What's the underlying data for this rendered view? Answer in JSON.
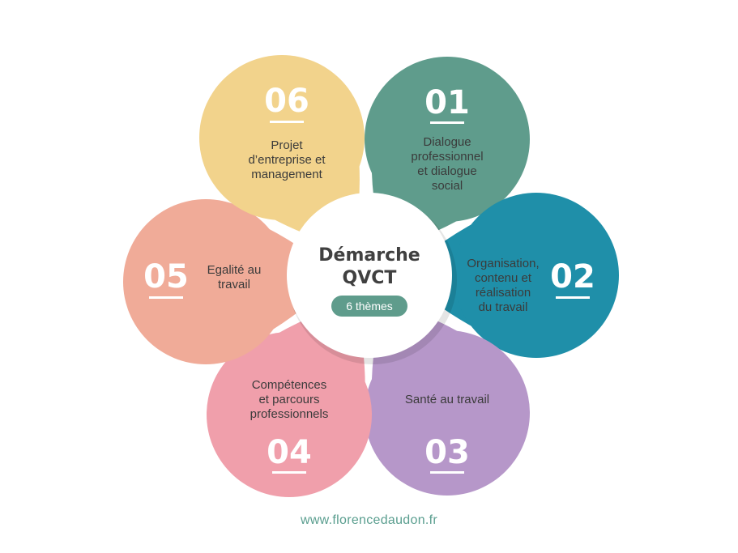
{
  "center": {
    "title_lines": [
      "Démarche",
      "QVCT"
    ],
    "badge": "6 thèmes",
    "badge_color": "#5f9c8c"
  },
  "petals": [
    {
      "number": "01",
      "label_lines": [
        "Dialogue",
        "professionnel",
        "et dialogue",
        "social"
      ],
      "color": "#5f9c8c"
    },
    {
      "number": "02",
      "label_lines": [
        "Organisation,",
        "contenu et",
        "réalisation",
        "du travail"
      ],
      "color": "#1f8fa9"
    },
    {
      "number": "03",
      "label_lines": [
        "Santé au travail"
      ],
      "color": "#b697c9"
    },
    {
      "number": "04",
      "label_lines": [
        "Compétences",
        "et parcours",
        "professionnels"
      ],
      "color": "#f09fab"
    },
    {
      "number": "05",
      "label_lines": [
        "Egalité au",
        "travail"
      ],
      "color": "#f0ab98"
    },
    {
      "number": "06",
      "label_lines": [
        "Projet",
        "d’entreprise et",
        "management"
      ],
      "color": "#f2d38c"
    }
  ],
  "footer": "www.florencedaudon.fr"
}
